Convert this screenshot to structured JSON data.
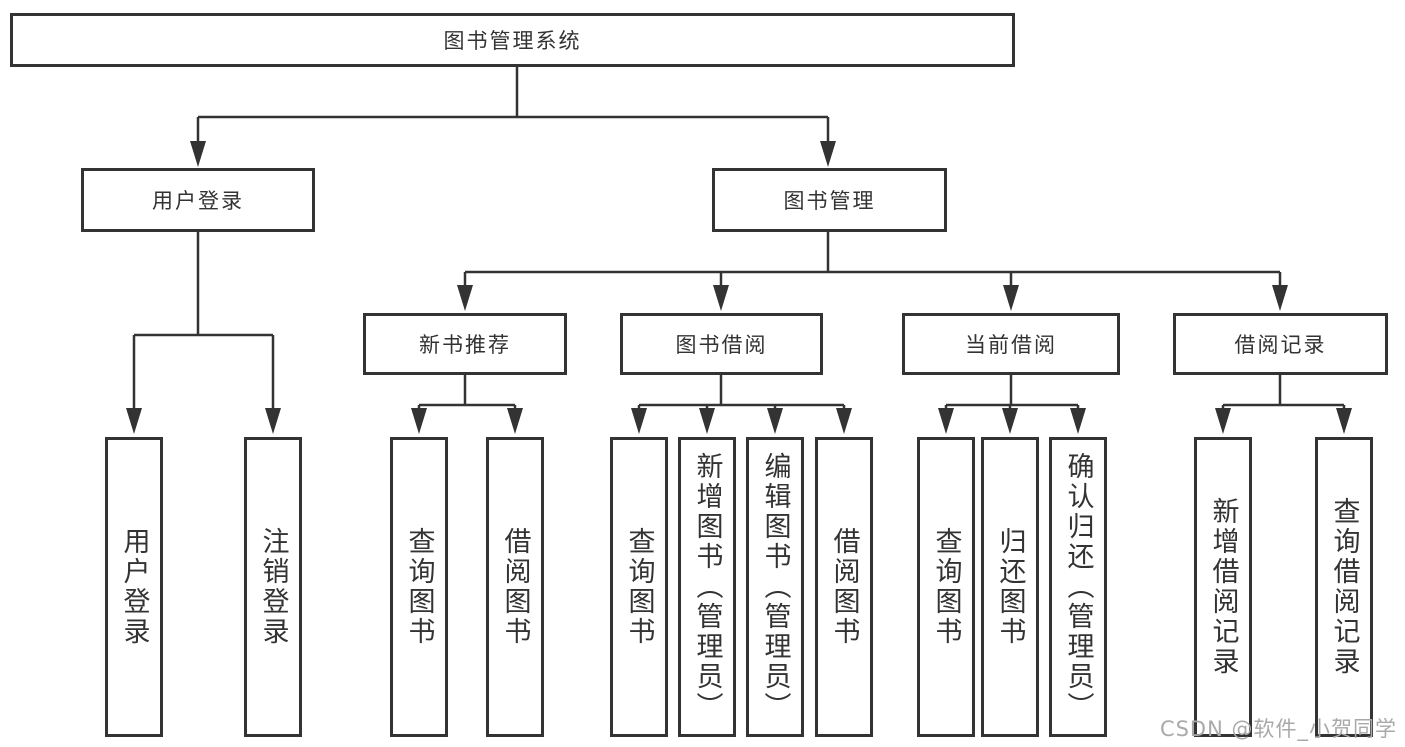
{
  "tree": {
    "root": "图书管理系统",
    "children": [
      {
        "label": "用户登录",
        "children": [
          {
            "label": "用户登录"
          },
          {
            "label": "注销登录"
          }
        ]
      },
      {
        "label": "图书管理",
        "children": [
          {
            "label": "新书推荐",
            "children": [
              {
                "label": "查询图书"
              },
              {
                "label": "借阅图书"
              }
            ]
          },
          {
            "label": "图书借阅",
            "children": [
              {
                "label": "查询图书"
              },
              {
                "label": "新增图书（管理员）"
              },
              {
                "label": "编辑图书（管理员）"
              },
              {
                "label": "借阅图书"
              }
            ]
          },
          {
            "label": "当前借阅",
            "children": [
              {
                "label": "查询图书"
              },
              {
                "label": "归还图书"
              },
              {
                "label": "确认归还（管理员）"
              }
            ]
          },
          {
            "label": "借阅记录",
            "children": [
              {
                "label": "新增借阅记录"
              },
              {
                "label": "查询借阅记录"
              }
            ]
          }
        ]
      }
    ]
  },
  "watermark": {
    "text": "CSDN @软件_小贺同学"
  },
  "colors": {
    "line": "#333333",
    "text": "#333333",
    "watermark": "#a9a9a9",
    "background": "#ffffff"
  }
}
